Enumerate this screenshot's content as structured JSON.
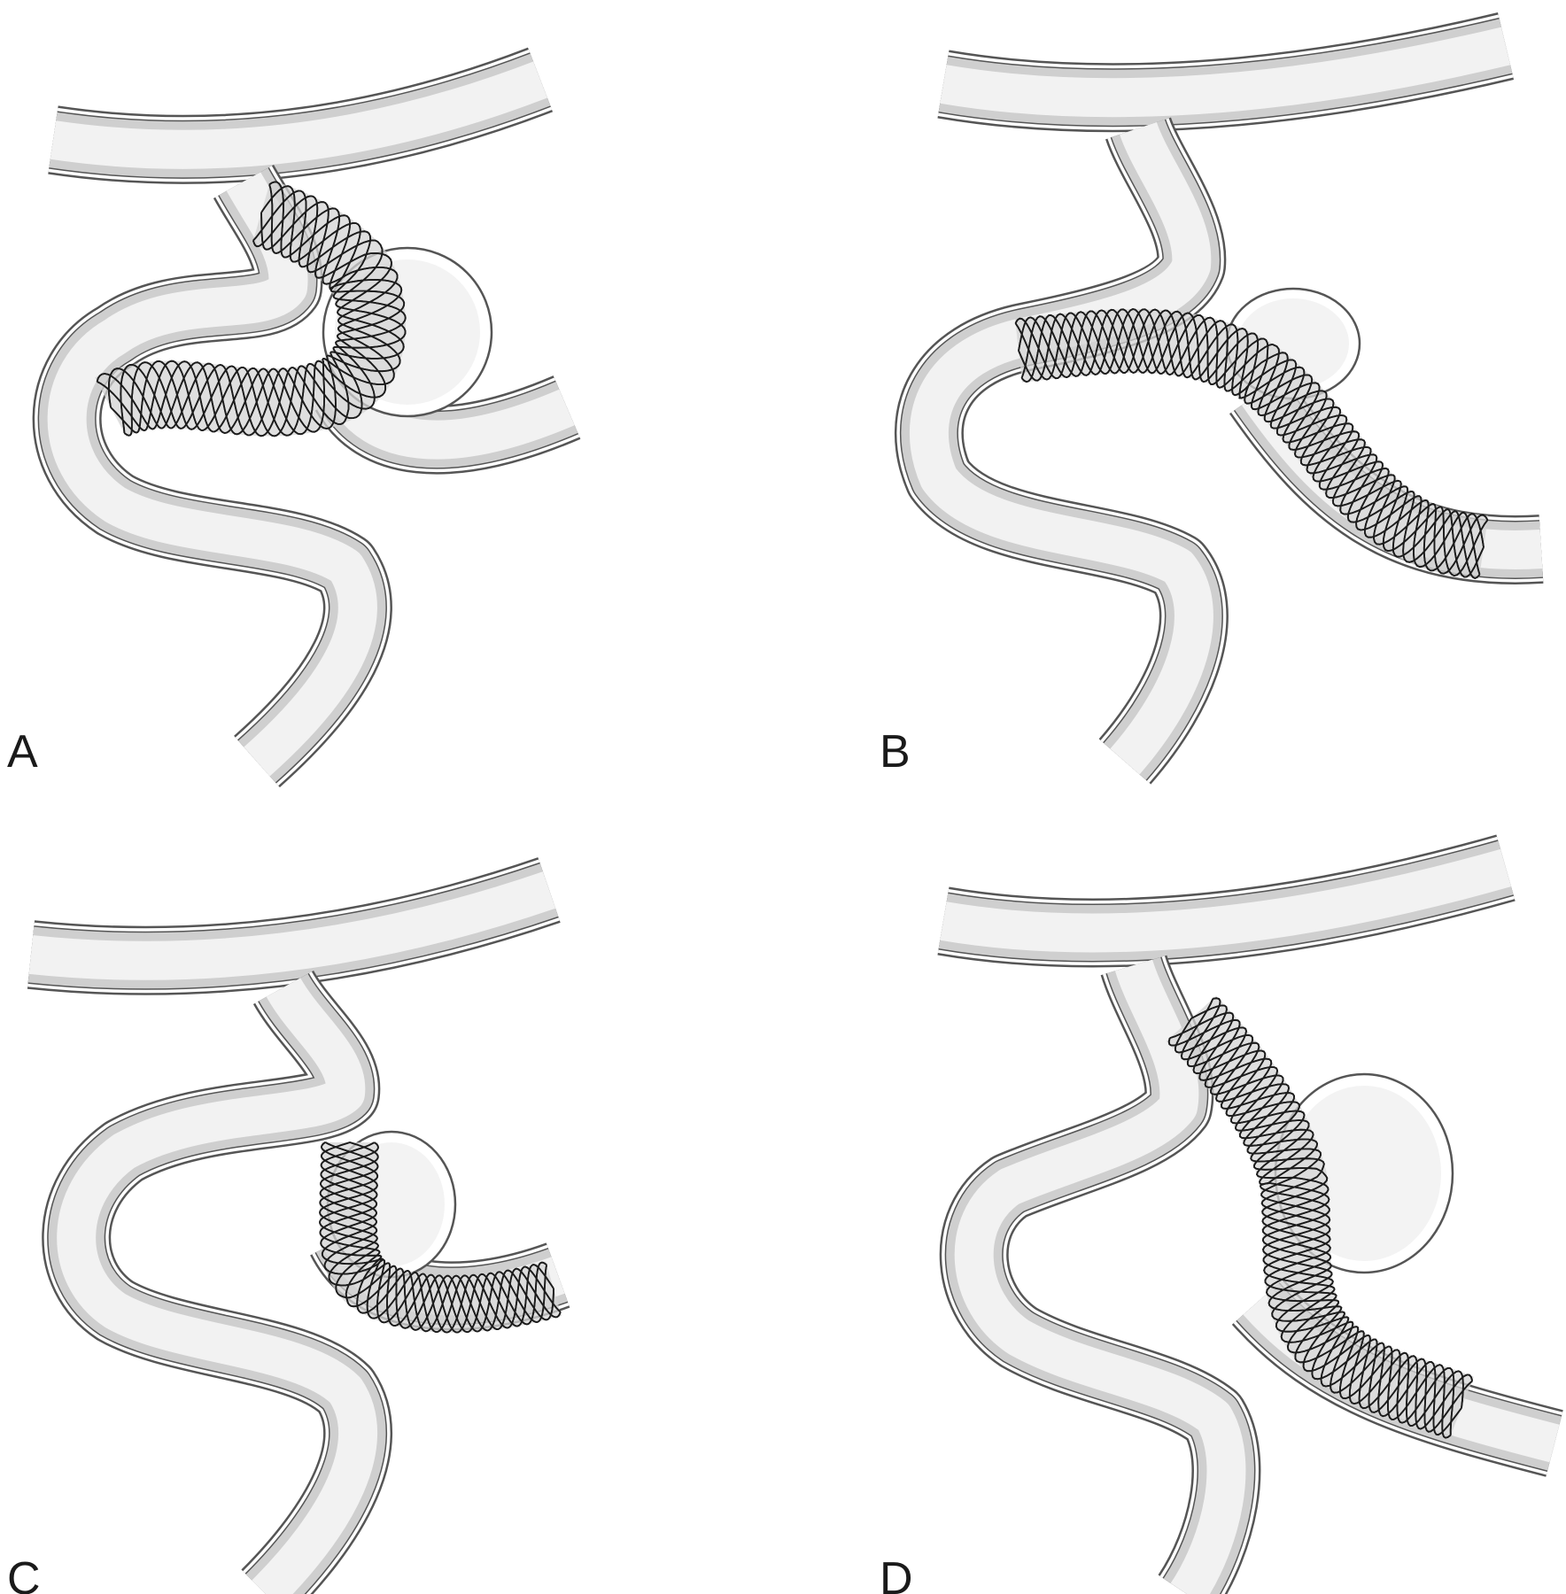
{
  "figure": {
    "panels": [
      {
        "id": "A",
        "label": "A"
      },
      {
        "id": "B",
        "label": "B"
      },
      {
        "id": "C",
        "label": "C"
      },
      {
        "id": "D",
        "label": "D"
      }
    ]
  },
  "colors": {
    "vessel_wall": "#555555",
    "vessel_halo": "#ffffff",
    "lumen_shade": "#cfcfcf",
    "lumen_core": "#f3f3f3",
    "stent_strut": "#1c1c1c"
  }
}
